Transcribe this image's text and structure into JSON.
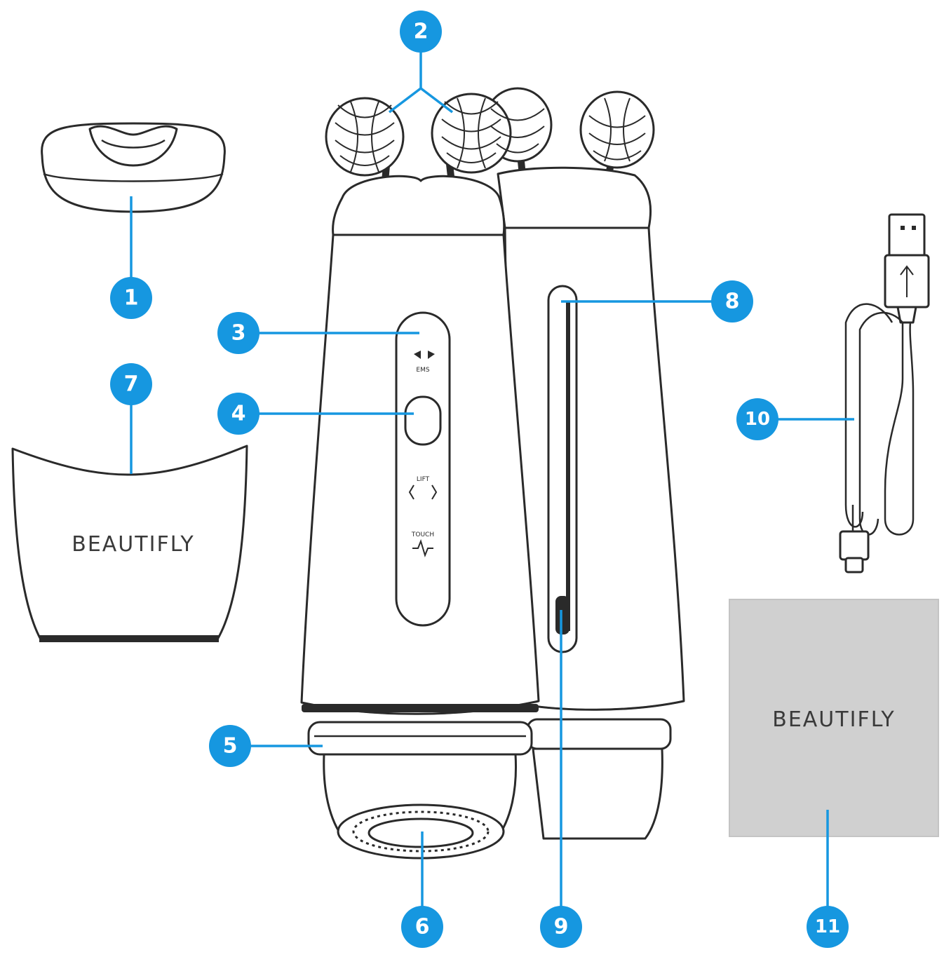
{
  "brand": {
    "case_text": "BEAUTIFLY",
    "pouch_text": "BEAUTIFLY"
  },
  "panel": {
    "mode_label": "EMS",
    "tag_label": "LIFT",
    "sensor_label": "TOUCH"
  },
  "callouts": [
    {
      "label": "1"
    },
    {
      "label": "2"
    },
    {
      "label": "3"
    },
    {
      "label": "4"
    },
    {
      "label": "5"
    },
    {
      "label": "6"
    },
    {
      "label": "7"
    },
    {
      "label": "8"
    },
    {
      "label": "9"
    },
    {
      "label": "10"
    },
    {
      "label": "11"
    }
  ],
  "colors": {
    "callout": "#1697e0",
    "outline": "#2a2a2a",
    "pouch": "#d0d0d0"
  }
}
